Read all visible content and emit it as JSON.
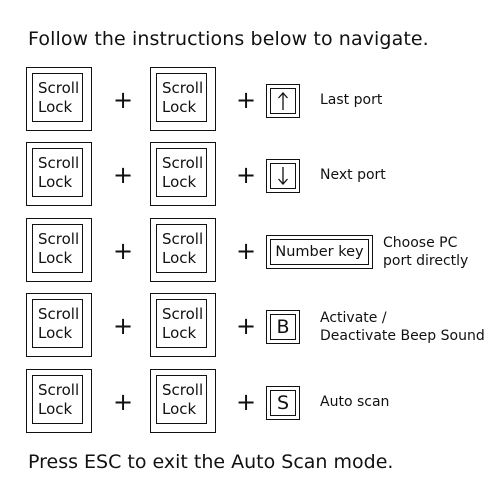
{
  "heading": "Follow the instructions below to navigate.",
  "footer": "Press ESC to exit the Auto Scan mode.",
  "key_line1": "Scroll",
  "key_line2": "Lock",
  "plus": "+",
  "rows": [
    {
      "third_key": "up-arrow",
      "desc_line1": "Last port",
      "desc_line2": ""
    },
    {
      "third_key": "down-arrow",
      "desc_line1": "Next port",
      "desc_line2": ""
    },
    {
      "third_key": "Number key",
      "desc_line1": "Choose PC",
      "desc_line2": "port directly"
    },
    {
      "third_key": "B",
      "desc_line1": "Activate /",
      "desc_line2": "Deactivate Beep Sound"
    },
    {
      "third_key": "S",
      "desc_line1": "Auto scan",
      "desc_line2": ""
    }
  ]
}
